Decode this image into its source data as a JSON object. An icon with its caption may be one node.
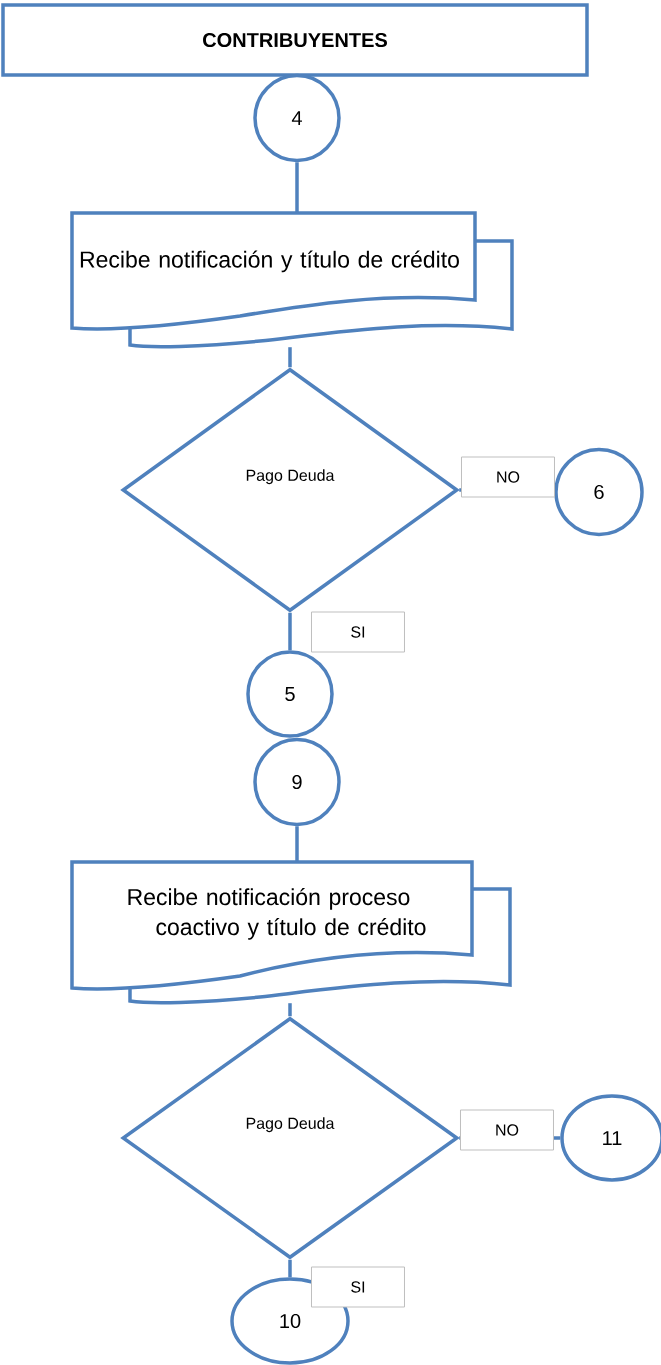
{
  "diagram": {
    "nodes": [
      {
        "text": [
          "CONTRIBUYENTES"
        ]
      },
      {
        "text": [
          "4"
        ]
      },
      {
        "text": [
          "Recibe notificación y título de crédito"
        ]
      },
      {
        "text": [
          "Pago Deuda"
        ]
      },
      {
        "text": [
          "6"
        ]
      },
      {
        "text": [
          "5"
        ]
      },
      {
        "text": [
          "9"
        ]
      },
      {
        "text": [
          "Recibe notificación proceso coactivo y título de crédito"
        ]
      },
      {
        "text": [
          "Pago Deuda"
        ]
      },
      {
        "text": [
          "11"
        ]
      },
      {
        "text": [
          "10"
        ]
      }
    ],
    "edges": [
      {
        "from": 1,
        "to": 2,
        "arrow": "none"
      },
      {
        "from": 2,
        "to": 3,
        "arrow": "none"
      },
      {
        "from": 3,
        "to": 4,
        "arrow": "none",
        "label": "NO"
      },
      {
        "from": 3,
        "to": 5,
        "arrow": "none",
        "label": "SI"
      },
      {
        "from": 6,
        "to": 7,
        "arrow": "none"
      },
      {
        "from": 7,
        "to": 8,
        "arrow": "none"
      },
      {
        "from": 8,
        "to": 9,
        "arrow": "none",
        "label": "NO"
      },
      {
        "from": 8,
        "to": 10,
        "arrow": "none",
        "label": "SI"
      }
    ]
  }
}
